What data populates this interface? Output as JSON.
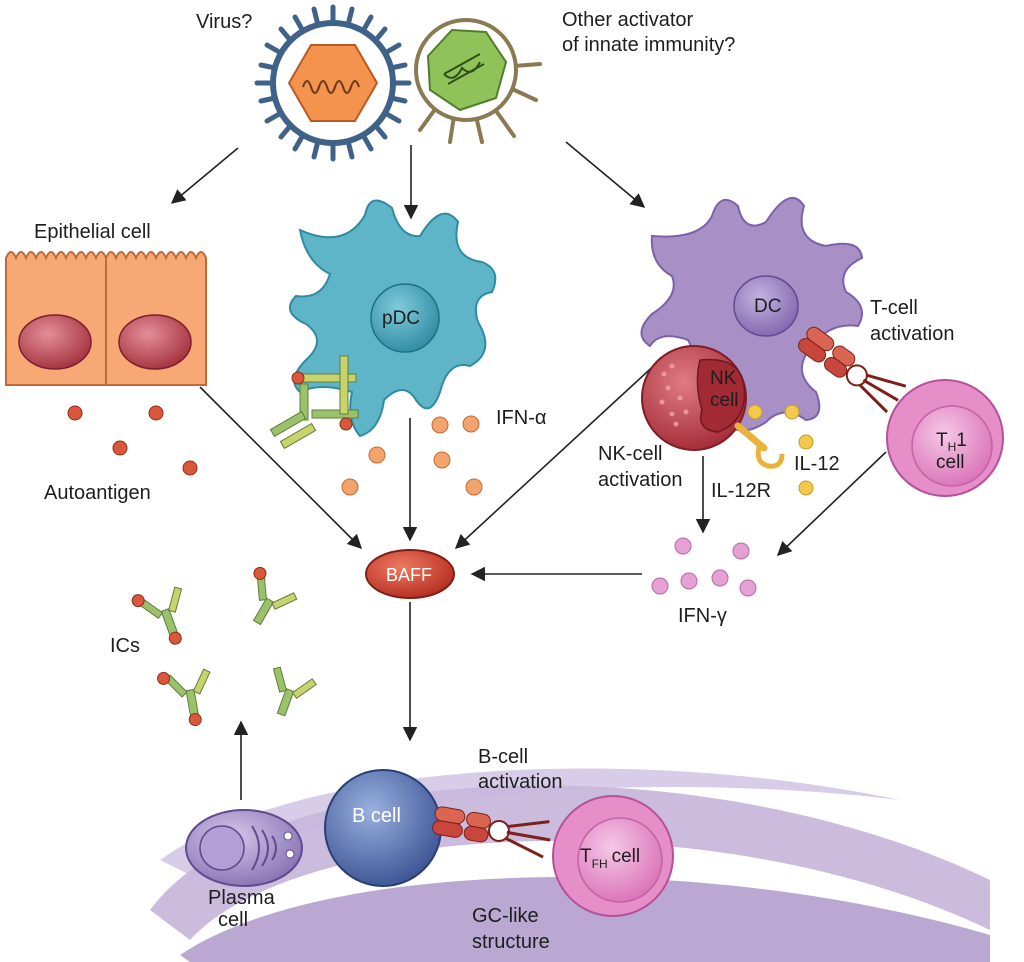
{
  "labels": {
    "virus": "Virus?",
    "other_activator_l1": "Other activator",
    "other_activator_l2": "of innate immunity?",
    "epithelial_cell": "Epithelial cell",
    "autoantigen": "Autoantigen",
    "pdc": "pDC",
    "ifn_alpha": "IFN-α",
    "dc": "DC",
    "t_cell_activation_l1": "T-cell",
    "t_cell_activation_l2": "activation",
    "nk_cell_l1": "NK",
    "nk_cell_l2": "cell",
    "nk_cell_activation_l1": "NK-cell",
    "nk_cell_activation_l2": "activation",
    "il12": "IL-12",
    "il12r": "IL-12R",
    "th1_main": "T",
    "th1_sub": "H",
    "th1_num": "1",
    "th1_cell": "cell",
    "baff": "BAFF",
    "ifn_gamma": "IFN-γ",
    "ics": "ICs",
    "b_cell": "B cell",
    "b_cell_activation_l1": "B-cell",
    "b_cell_activation_l2": "activation",
    "tfh_main": "T",
    "tfh_sub": "FH",
    "tfh_cell": "cell",
    "plasma_cell_l1": "Plasma",
    "plasma_cell_l2": "cell",
    "gc_like_l1": "GC-like",
    "gc_like_l2": "structure"
  },
  "colors": {
    "virus_orange": "#f4934e",
    "virus_spikes": "#3f6289",
    "activator_green": "#8fc35a",
    "activator_spikes": "#8a7a52",
    "epithelial": "#f7a875",
    "nucleus": "#b23a48",
    "pdc_teal": "#5fb5c8",
    "dc_purple": "#a88fc6",
    "nk_red": "#b83640",
    "th_pink": "#e58ec7",
    "baff_red": "#cf3b2c",
    "ifn_alpha_dot": "#f3a36e",
    "il12_dot": "#f2c94c",
    "ifn_gamma_dot": "#e6a1d4",
    "autoantigen_dot": "#d9573a",
    "antibody_green": "#9bc26a",
    "b_cell_blue": "#4d66a6",
    "gc_purple": "#b9a6d2",
    "plasma_purple": "#9e88c4",
    "receptor_red": "#c8463c"
  }
}
